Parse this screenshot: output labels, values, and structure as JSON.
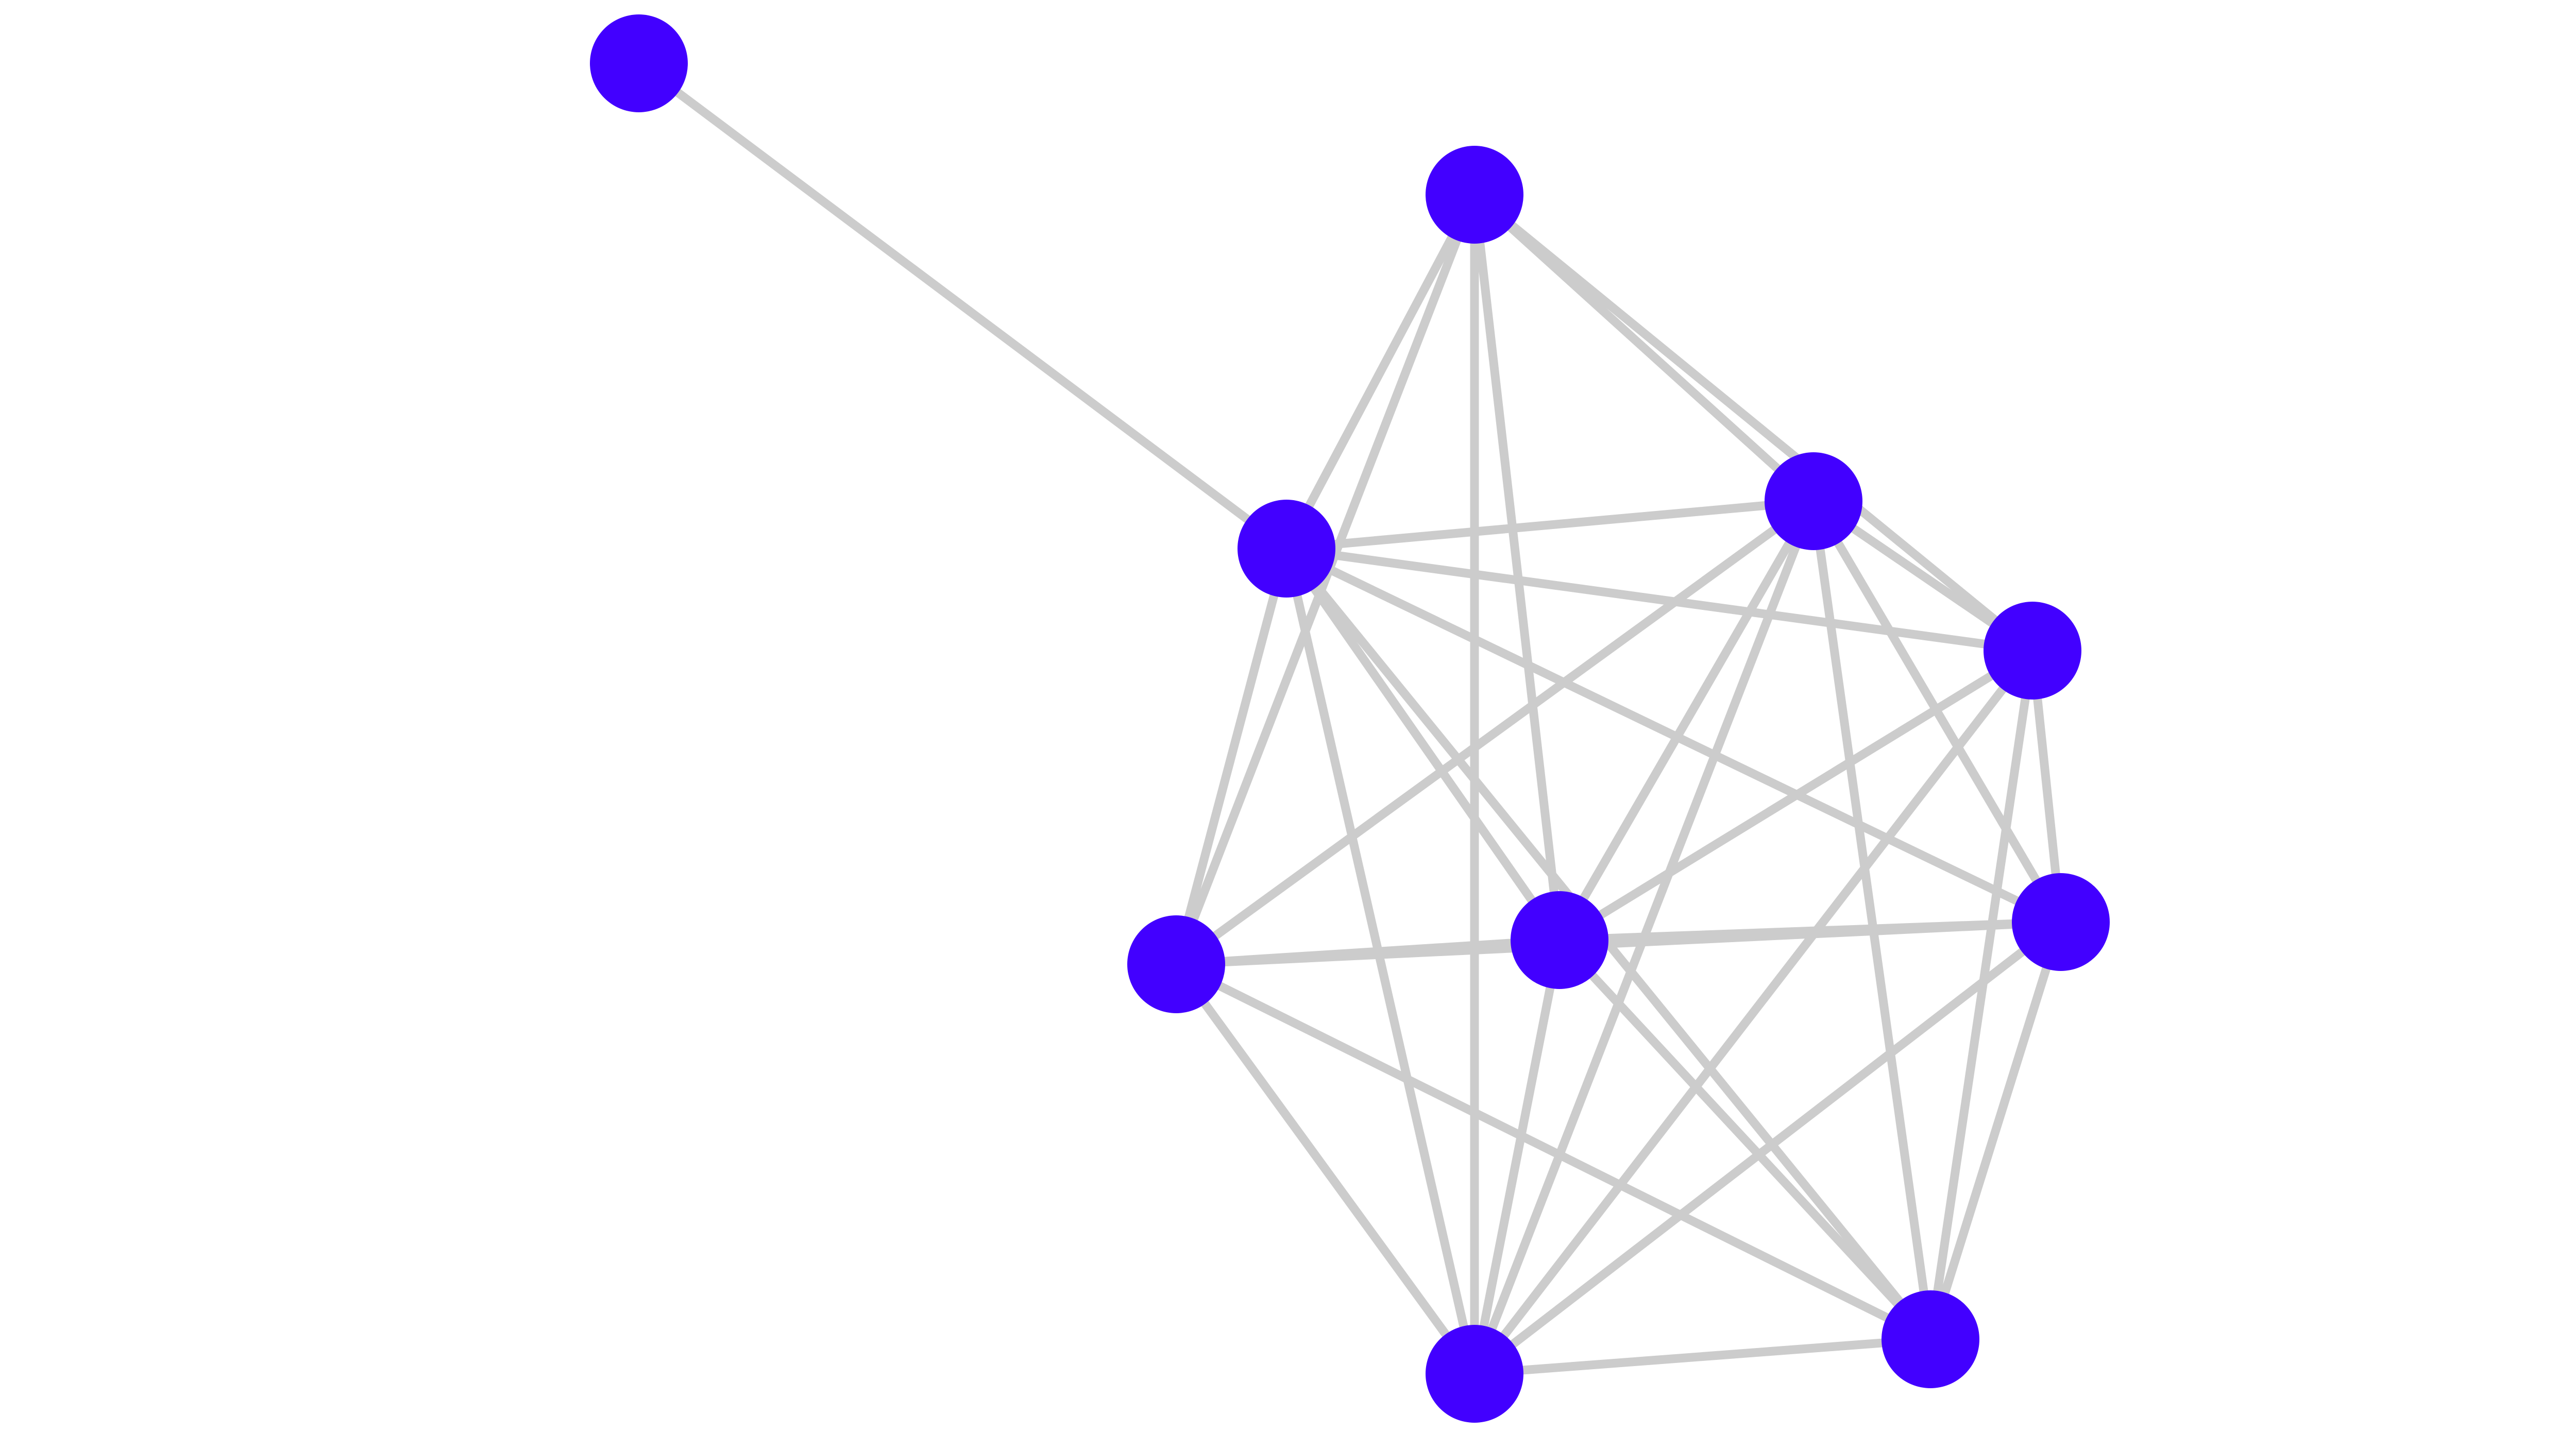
{
  "graph": {
    "node_color": "#4200ff",
    "edge_color": "#cccccc",
    "nodes": [
      {
        "id": "n0"
      },
      {
        "id": "n1"
      },
      {
        "id": "n2"
      },
      {
        "id": "n3"
      },
      {
        "id": "n4"
      },
      {
        "id": "n5"
      },
      {
        "id": "n6"
      },
      {
        "id": "n7"
      },
      {
        "id": "n8"
      },
      {
        "id": "n9"
      }
    ],
    "edges": [
      [
        "n0",
        "n2"
      ],
      [
        "n1",
        "n2"
      ],
      [
        "n1",
        "n3"
      ],
      [
        "n1",
        "n4"
      ],
      [
        "n1",
        "n5"
      ],
      [
        "n1",
        "n6"
      ],
      [
        "n1",
        "n8"
      ],
      [
        "n2",
        "n3"
      ],
      [
        "n2",
        "n4"
      ],
      [
        "n2",
        "n5"
      ],
      [
        "n2",
        "n6"
      ],
      [
        "n2",
        "n7"
      ],
      [
        "n2",
        "n8"
      ],
      [
        "n2",
        "n9"
      ],
      [
        "n3",
        "n4"
      ],
      [
        "n3",
        "n5"
      ],
      [
        "n3",
        "n6"
      ],
      [
        "n3",
        "n7"
      ],
      [
        "n3",
        "n8"
      ],
      [
        "n3",
        "n9"
      ],
      [
        "n4",
        "n6"
      ],
      [
        "n4",
        "n7"
      ],
      [
        "n4",
        "n8"
      ],
      [
        "n4",
        "n9"
      ],
      [
        "n5",
        "n6"
      ],
      [
        "n5",
        "n7"
      ],
      [
        "n5",
        "n8"
      ],
      [
        "n5",
        "n9"
      ],
      [
        "n6",
        "n7"
      ],
      [
        "n6",
        "n8"
      ],
      [
        "n6",
        "n9"
      ],
      [
        "n7",
        "n8"
      ],
      [
        "n7",
        "n9"
      ],
      [
        "n8",
        "n9"
      ]
    ]
  }
}
